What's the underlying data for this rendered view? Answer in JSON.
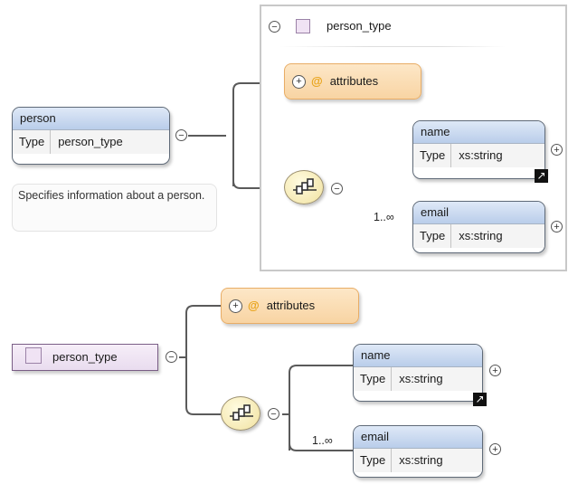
{
  "top": {
    "element": {
      "name": "person",
      "type_key": "Type",
      "type_value": "person_type"
    },
    "annotation": "Specifies information about a person.",
    "type_box": {
      "title": "person_type"
    },
    "attributes_label": "attributes",
    "children": [
      {
        "name": "name",
        "type_key": "Type",
        "type_value": "xs:string",
        "occurs": ""
      },
      {
        "name": "email",
        "type_key": "Type",
        "type_value": "xs:string",
        "occurs": "1..∞"
      }
    ]
  },
  "bottom": {
    "complex_type": {
      "name": "person_type"
    },
    "attributes_label": "attributes",
    "children": [
      {
        "name": "name",
        "type_key": "Type",
        "type_value": "xs:string",
        "occurs": ""
      },
      {
        "name": "email",
        "type_key": "Type",
        "type_value": "xs:string",
        "occurs": "1..∞"
      }
    ]
  },
  "glyphs": {
    "collapse": "−",
    "expand": "+",
    "at": "@",
    "ref": "↗"
  },
  "colors": {
    "element_header": "#c8d8f0",
    "attributes_fill": "#fbdcb0",
    "type_chip": "#efe3f3",
    "compositor": "#f5e9b5"
  }
}
